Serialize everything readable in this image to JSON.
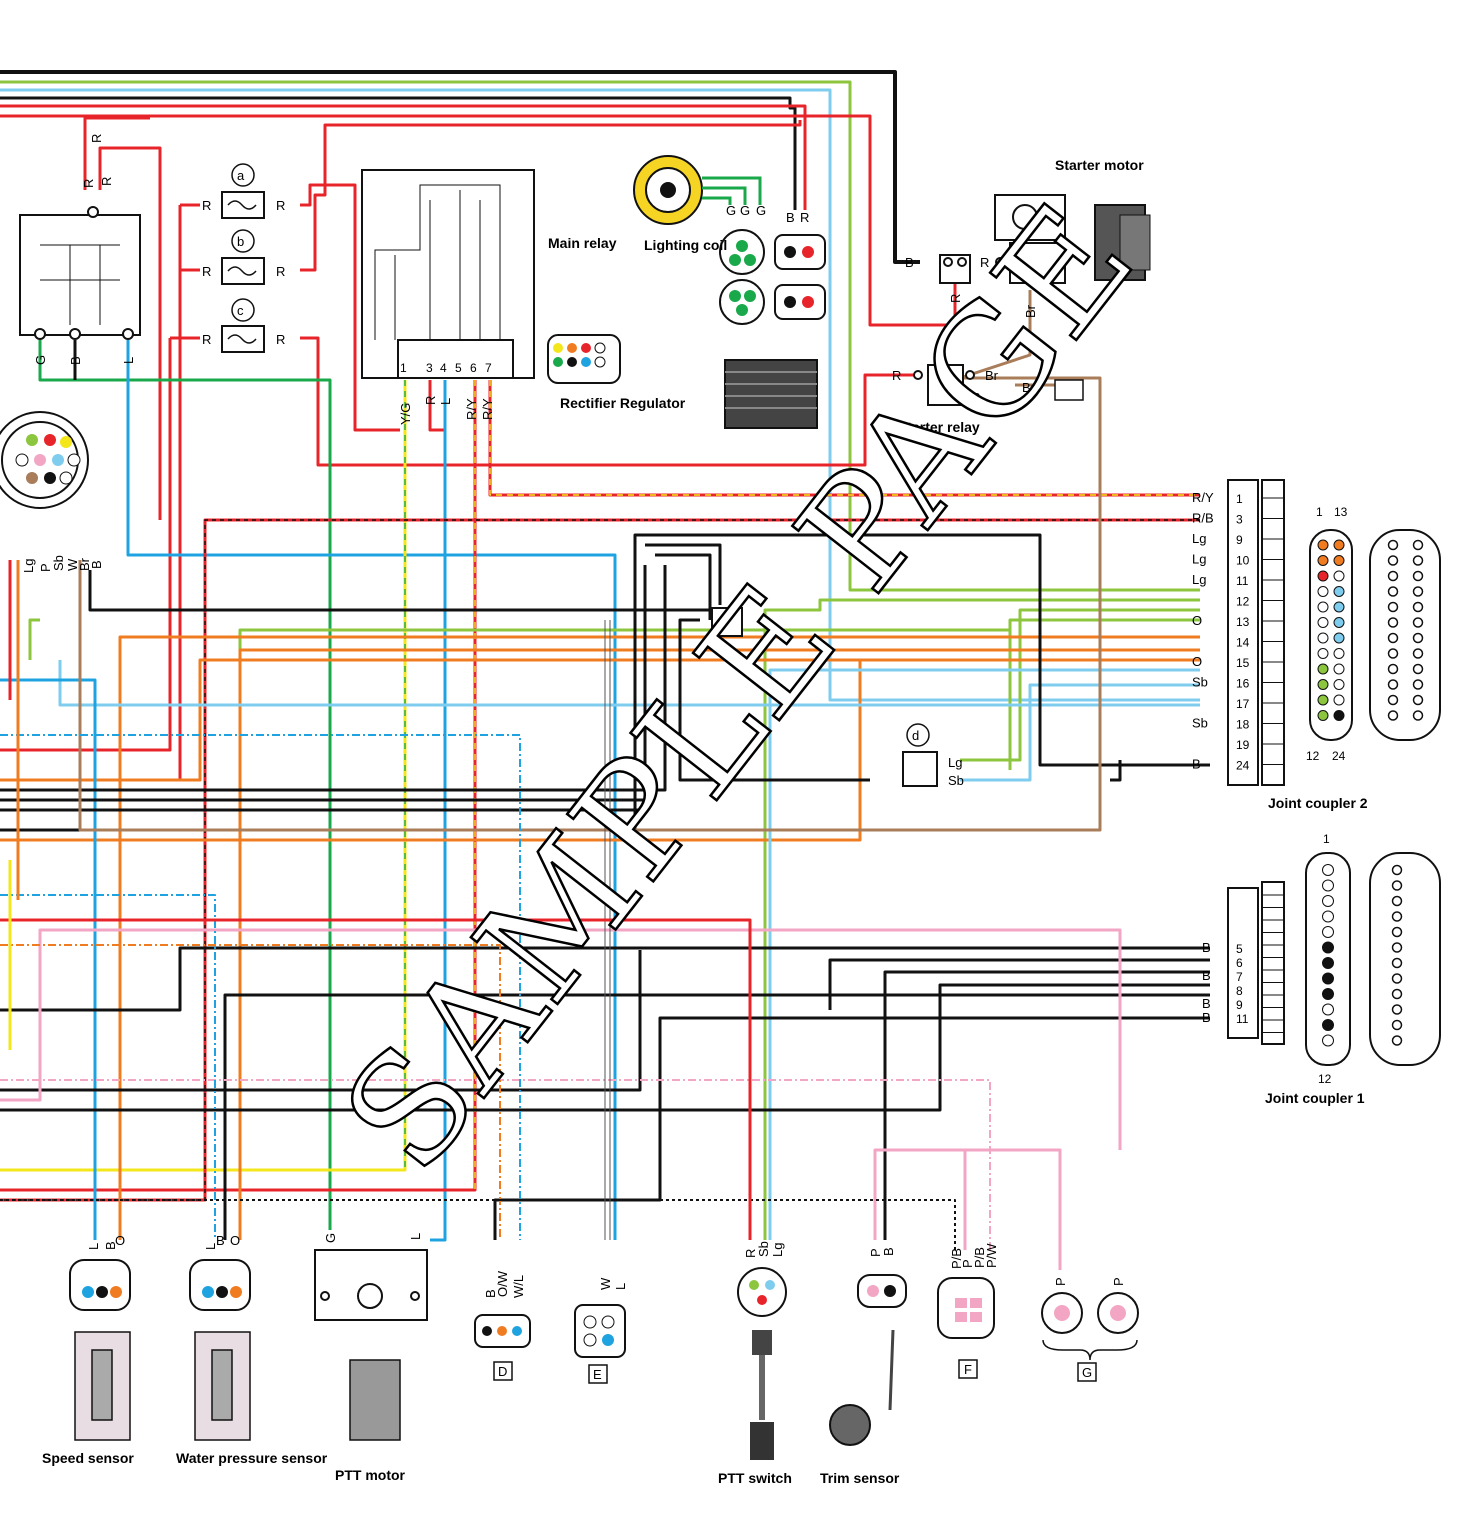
{
  "labels": {
    "starter_motor": "Starter motor",
    "main_relay": "Main relay",
    "lighting_coil": "Lighting coil",
    "rectifier_regulator": "Rectifier Regulator",
    "starter_relay": "Starter relay",
    "joint_coupler_2": "Joint coupler 2",
    "joint_coupler_1": "Joint coupler 1",
    "speed_sensor": "Speed sensor",
    "water_pressure_sensor": "Water pressure sensor",
    "ptt_motor": "PTT motor",
    "ptt_switch": "PTT switch",
    "trim_sensor": "Trim sensor"
  },
  "fuses": [
    "a",
    "b",
    "c",
    "d"
  ],
  "connector_letters": [
    "D",
    "E",
    "F",
    "G"
  ],
  "main_relay_pins": [
    "1",
    "3",
    "4",
    "5",
    "6",
    "7"
  ],
  "main_relay_wires": [
    "Y/G",
    "R",
    "L",
    "R/Y",
    "R/Y"
  ],
  "joint_coupler_2": {
    "pin_header": [
      "1",
      "13",
      "12",
      "24"
    ],
    "rows": [
      {
        "pin": "1",
        "wire": "R/Y"
      },
      {
        "pin": "3",
        "wire": "R/B"
      },
      {
        "pin": "9",
        "wire": "Lg"
      },
      {
        "pin": "10",
        "wire": "Lg"
      },
      {
        "pin": "11",
        "wire": "Lg"
      },
      {
        "pin": "12",
        "wire": ""
      },
      {
        "pin": "13",
        "wire": "O"
      },
      {
        "pin": "14",
        "wire": ""
      },
      {
        "pin": "15",
        "wire": "O"
      },
      {
        "pin": "16",
        "wire": "Sb"
      },
      {
        "pin": "17",
        "wire": ""
      },
      {
        "pin": "18",
        "wire": "Sb"
      },
      {
        "pin": "19",
        "wire": ""
      },
      {
        "pin": "24",
        "wire": "B"
      }
    ]
  },
  "joint_coupler_1": {
    "pin_header": [
      "1",
      "12"
    ],
    "rows": [
      {
        "pin": "5",
        "wire": "B"
      },
      {
        "pin": "6",
        "wire": ""
      },
      {
        "pin": "7",
        "wire": "B"
      },
      {
        "pin": "8",
        "wire": ""
      },
      {
        "pin": "9",
        "wire": "B"
      },
      {
        "pin": "11",
        "wire": "B"
      }
    ]
  },
  "watermark": "SAMPLE PAGE",
  "colors": {
    "R": "#e8242b",
    "B": "#111111",
    "G": "#19a94b",
    "L": "#1fa3e0",
    "Lg": "#8cc63e",
    "Sb": "#7fcdee",
    "O": "#f07c22",
    "Br": "#a97c5a",
    "P": "#f2a6c4",
    "Y": "#f3e61b"
  }
}
